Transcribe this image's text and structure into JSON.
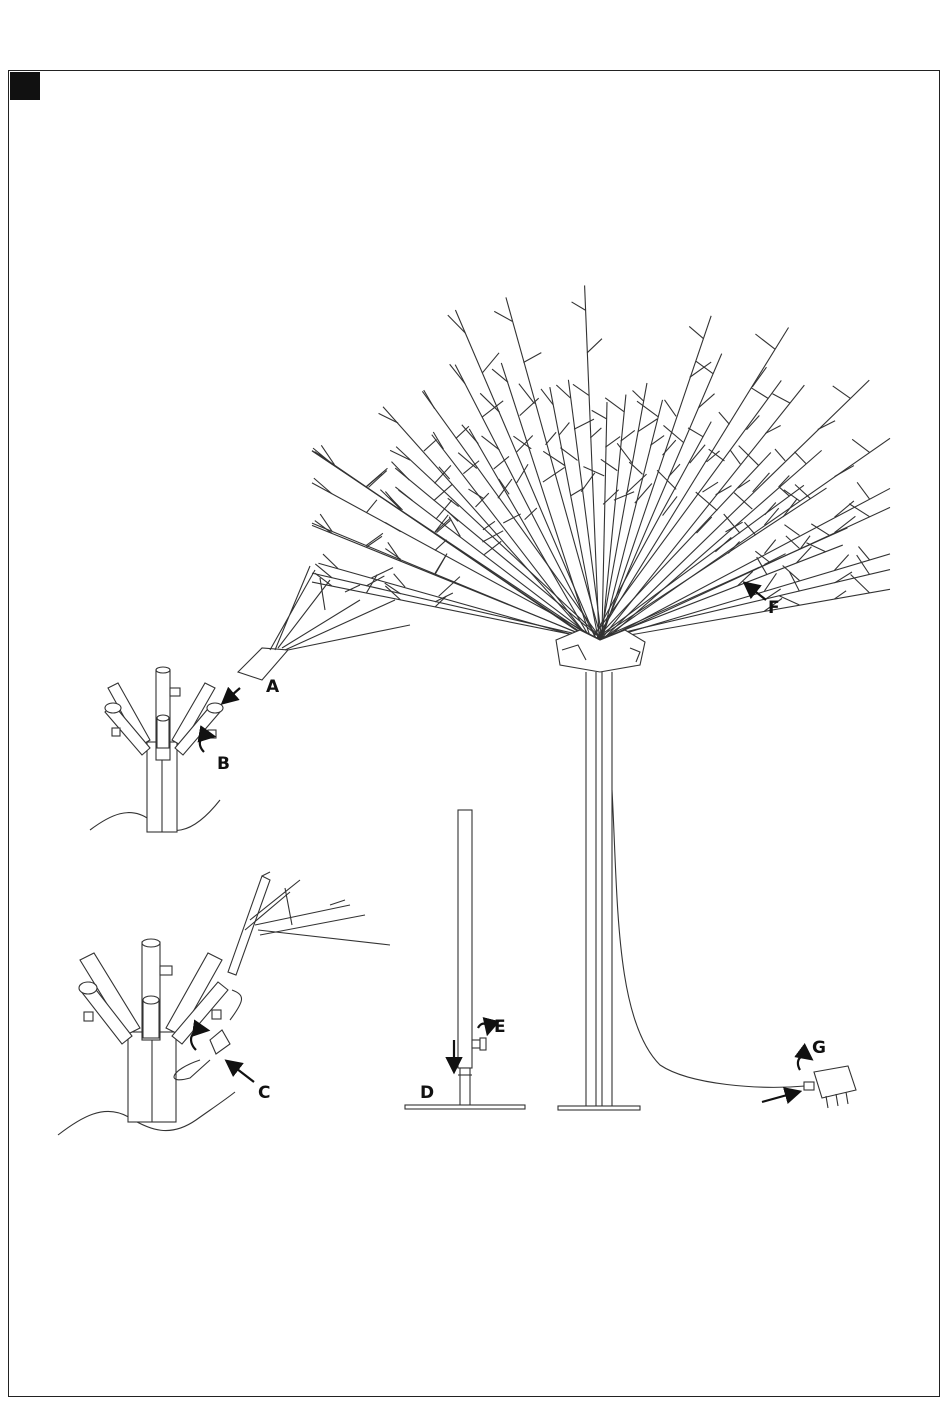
{
  "labels": {
    "A": "A",
    "B": "B",
    "C": "C",
    "D": "D",
    "E": "E",
    "F": "F",
    "G": "G"
  },
  "colors": {
    "line": "#333333",
    "frame": "#222222",
    "marker": "#111111"
  }
}
